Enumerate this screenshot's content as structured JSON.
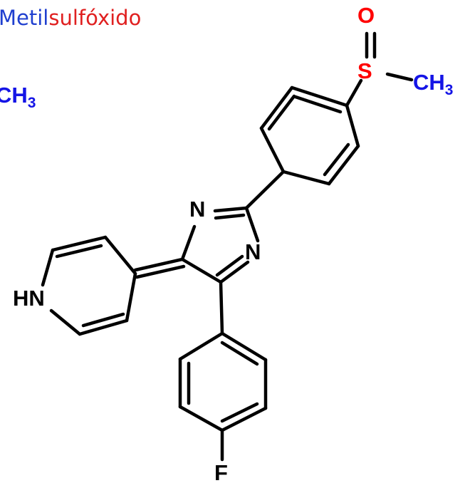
{
  "title": {
    "prefix": "Metil",
    "suffix": "sulfóxido",
    "prefix_color": "#1f3fcf",
    "suffix_color": "#e02020"
  },
  "left_fragment": {
    "text": "CH",
    "subscript": "3",
    "color": "#1414e6"
  },
  "atoms": {
    "oxygen": {
      "symbol": "O",
      "color": "#ff0000"
    },
    "sulfur": {
      "symbol": "S",
      "color": "#ff0000"
    },
    "methyl": {
      "text": "CH",
      "subscript": "3",
      "color": "#1414e6"
    },
    "n_upper": {
      "symbol": "N",
      "color": "#000000"
    },
    "n_lower": {
      "symbol": "N",
      "color": "#000000"
    },
    "nh": {
      "text": "HN",
      "color": "#000000"
    },
    "fluorine": {
      "symbol": "F",
      "color": "#000000"
    }
  },
  "bond_color": "#000000"
}
